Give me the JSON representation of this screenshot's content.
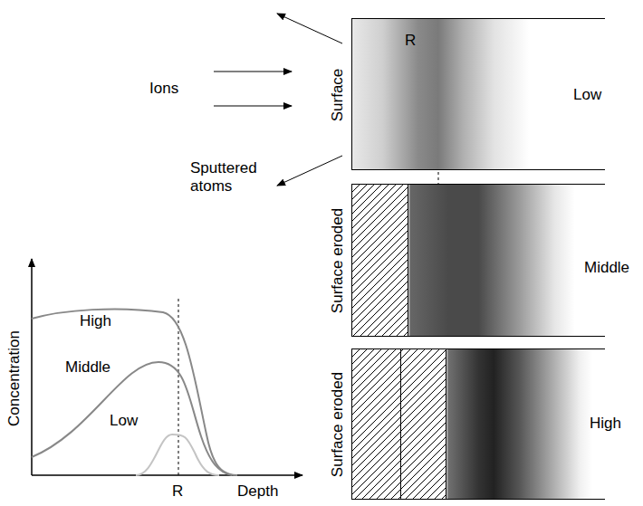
{
  "diagram": {
    "nodes": [
      {
        "text": [
          "Surface",
          "R",
          "Low"
        ]
      },
      {
        "text": [
          "Surface eroded",
          "Middle"
        ]
      },
      {
        "text": [
          "Surface eroded",
          "High"
        ]
      }
    ],
    "labels": [
      "Ions",
      "Sputtered atoms",
      "Concentration",
      "Depth",
      "R",
      "High",
      "Middle",
      "Low"
    ]
  }
}
